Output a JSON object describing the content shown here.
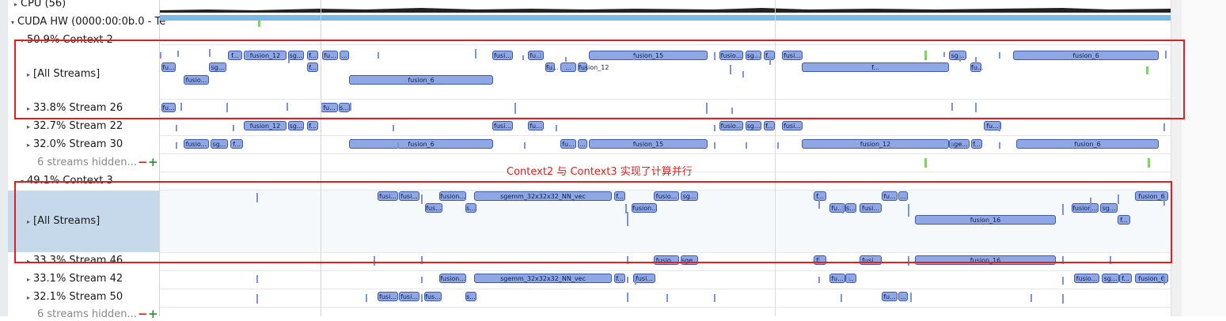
{
  "tree": {
    "cpu": {
      "arrow": "▸",
      "label": "CPU (56)"
    },
    "hw": {
      "arrow": "▾",
      "label": "CUDA HW (0000:00:0b.0 - Te"
    },
    "ctx2": {
      "arrow": "▾",
      "label": "50.9% Context 2"
    },
    "ctx2_all": {
      "arrow": "▸",
      "label": "[All Streams]"
    },
    "s26": {
      "arrow": "▸",
      "label": "33.8% Stream 26"
    },
    "s22": {
      "arrow": "▸",
      "label": "32.7% Stream 22"
    },
    "s30": {
      "arrow": "▸",
      "label": "32.0% Stream 30"
    },
    "hidden1": {
      "label": "6 streams hidden...",
      "minus": "−",
      "plus": "+"
    },
    "ctx3": {
      "arrow": "▾",
      "label": "49.1% Context 3"
    },
    "ctx3_all": {
      "arrow": "▸",
      "label": "[All Streams]"
    },
    "s46": {
      "arrow": "▸",
      "label": "33.3% Stream 46"
    },
    "s42": {
      "arrow": "▸",
      "label": "33.1% Stream 42"
    },
    "s50": {
      "arrow": "▸",
      "label": "32.1% Stream 50"
    },
    "hidden2": {
      "label": "6 streams hidden...",
      "minus": "−",
      "plus": "+"
    }
  },
  "annotation": "Context2 与 Context3 实现了计算并行",
  "colors": {
    "kernel_fill": "#8fa7e3",
    "kernel_border": "#3f5aa8",
    "annot": "#e02020",
    "selected_row": "#c6d9ea",
    "hw_bar": "#7ab8e8"
  },
  "kernels": {
    "ctx2_all_1": [
      "f...",
      "fusion_12",
      "sg...",
      "f...",
      "fu...",
      "...",
      "fusi...",
      "fu...",
      "fusion_15",
      "fusio...",
      "sg...",
      "f...",
      "fusi...",
      "sg...",
      "fusion_6"
    ],
    "ctx2_all_2": [
      "fu...",
      "sg...",
      "f...",
      "fu...",
      "...",
      "fusion_12",
      "f...",
      "fu..."
    ],
    "ctx2_all_3": [
      "fusio...",
      "fusion_6"
    ],
    "s26": [
      "fu...",
      "fu...",
      "s..."
    ],
    "s22": [
      "fusion_12",
      "sg...",
      "f...",
      "fusi...",
      "fu...",
      "fusio...",
      "sg...",
      "f...",
      "fusi...",
      "fu..."
    ],
    "s30": [
      "fusio...",
      "sg...",
      "f...",
      "fusion_6",
      "fu...",
      "...",
      "fusion_15",
      "fusion_12",
      "sge...",
      "f...",
      "fusion_6"
    ],
    "ctx3_all_1": [
      "fusi...",
      "fusi...",
      "fusion...",
      "sgemm_32x32x32_NN_vec",
      "f...",
      "fusio...",
      "sg...",
      "f...",
      "fu...",
      "...",
      "fusion_6"
    ],
    "ctx3_all_2": [
      "fus...",
      "s...",
      "fusion...",
      "fu...",
      "s...",
      "fusi...",
      "fusion...",
      "sg..."
    ],
    "ctx3_all_3": [
      "fusion_16",
      "f..."
    ],
    "s46": [
      "fusio...",
      "sge...",
      "f...",
      "fusi...",
      "fusion_16"
    ],
    "s42": [
      "fusion...",
      "sgemm_32x32x32_NN_vec",
      "f...",
      "fusi...",
      "fu...",
      "...",
      "fusio...",
      "sg...",
      "f...",
      "fusion_6"
    ],
    "s50": [
      "fusi...",
      "fusi...",
      "fus...",
      "s...",
      "fu...",
      "..."
    ]
  }
}
